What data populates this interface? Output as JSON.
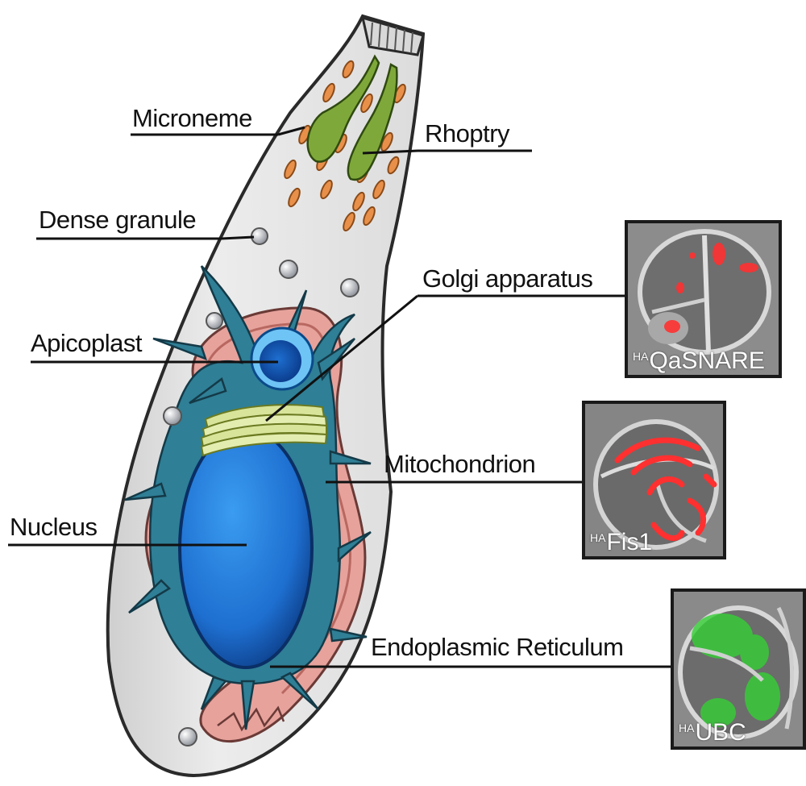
{
  "labels": {
    "microneme": "Microneme",
    "rhoptry": "Rhoptry",
    "dense_granule": "Dense granule",
    "golgi": "Golgi apparatus",
    "apicoplast": "Apicoplast",
    "mitochondrion": "Mitochondrion",
    "nucleus": "Nucleus",
    "er": "Endoplasmic Reticulum"
  },
  "panels": [
    {
      "prefix": "HA",
      "name": "QaSNARE",
      "stain_color": "#ff3030"
    },
    {
      "prefix": "HA",
      "name": "Fis1",
      "stain_color": "#ff3030"
    },
    {
      "prefix": "HA",
      "name": "UBC",
      "stain_color": "#35d035"
    }
  ],
  "colors": {
    "cell_body": "#e4e4e4",
    "cell_outline": "#2a2a2a",
    "microneme": "#e8904a",
    "rhoptry": "#7fa83a",
    "dense_granule": "#b8bcc4",
    "apicoplast": "#1e88d8",
    "er": "#2f7f96",
    "golgi": "#d8e49a",
    "nucleus": "#1e6fd0",
    "mitochondrion": "#e7a29c"
  }
}
